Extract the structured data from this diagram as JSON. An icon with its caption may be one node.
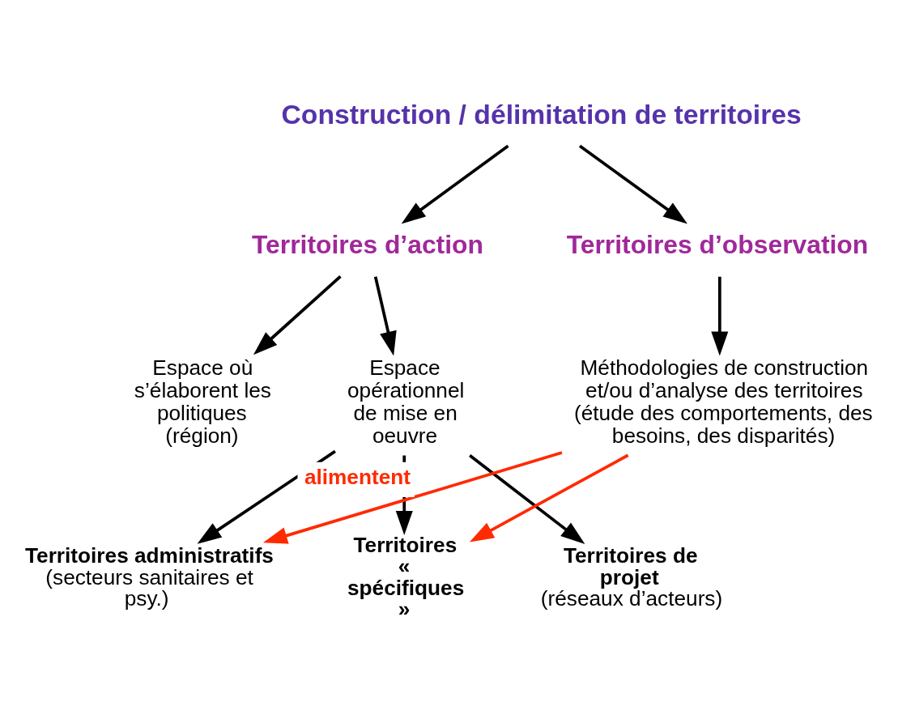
{
  "diagram": {
    "nodes": [
      {
        "text": [
          "Construction / délimitation de territoires"
        ]
      },
      {
        "text": [
          "Territoires d’action"
        ]
      },
      {
        "text": [
          "Territoires d’observation"
        ]
      },
      {
        "text": [
          "Espace où s’élaborent les politiques (région)"
        ]
      },
      {
        "text": [
          "Espace opérationnel de mise en oeuvre"
        ]
      },
      {
        "text": [
          "Méthodologies de construction et/ou d’analyse des territoires (étude des comportements, des besoins, des disparités)"
        ]
      },
      {
        "text": [
          "Territoires administratifs",
          "(secteurs sanitaires et psy.)"
        ]
      },
      {
        "text": [
          "Territoires « spécifiques »"
        ]
      },
      {
        "text": [
          "Territoires de projet",
          "(réseaux d’acteurs)"
        ]
      }
    ],
    "edges": [
      {
        "from": 0,
        "to": 1,
        "arrow": "to"
      },
      {
        "from": 0,
        "to": 2,
        "arrow": "to"
      },
      {
        "from": 1,
        "to": 3,
        "arrow": "to"
      },
      {
        "from": 1,
        "to": 4,
        "arrow": "to"
      },
      {
        "from": 2,
        "to": 5,
        "arrow": "to"
      },
      {
        "from": 4,
        "to": 6,
        "arrow": "to"
      },
      {
        "from": 4,
        "to": 7,
        "arrow": "to"
      },
      {
        "from": 4,
        "to": 8,
        "arrow": "to"
      },
      {
        "from": 5,
        "to": 6,
        "arrow": "to",
        "color": "#ff2a00",
        "label": "alimentent"
      },
      {
        "from": 5,
        "to": 7,
        "arrow": "to",
        "color": "#ff2a00"
      }
    ]
  }
}
